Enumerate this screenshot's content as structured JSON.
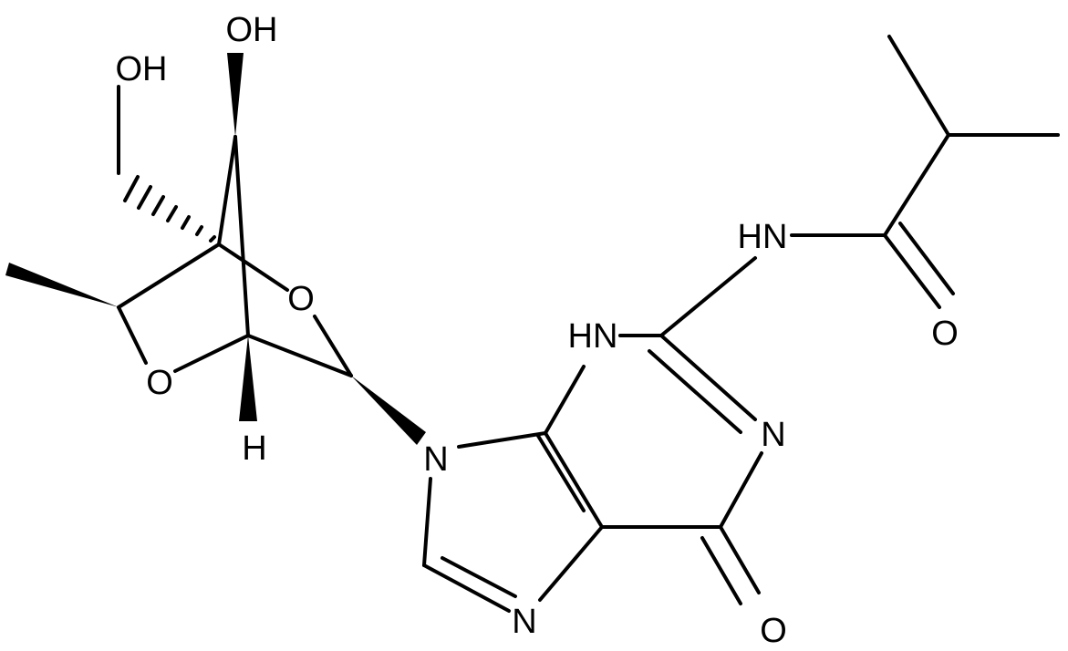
{
  "molecule": {
    "labels": {
      "oh_top": "OH",
      "oh_ch2": "OH",
      "o_bridge": "O",
      "o_ring": "O",
      "h_stereo": "H",
      "n9": "N",
      "nh_ring": "HN",
      "n_pyrimidine": "N",
      "n_imidazole": "N",
      "o_carbonyl_ring": "O",
      "nh_amide": "HN",
      "o_amide": "O"
    }
  },
  "colors": {
    "bond": "#000000",
    "background": "#ffffff"
  }
}
